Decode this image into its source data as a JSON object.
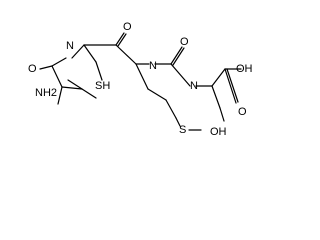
{
  "molecule": {
    "atoms": [
      {
        "id": "n-amide-left",
        "label": "N"
      },
      {
        "id": "o-top-left",
        "label": "O"
      },
      {
        "id": "n-amide-center",
        "label": "N"
      },
      {
        "id": "o-top-center",
        "label": "O"
      },
      {
        "id": "n-amide-right",
        "label": "N"
      },
      {
        "id": "o-left",
        "label": "O"
      },
      {
        "id": "s-thiol",
        "label": "SH"
      },
      {
        "id": "n-amine",
        "label": "NH2"
      },
      {
        "id": "oh-acid",
        "label": "OH"
      },
      {
        "id": "o-acid",
        "label": "O"
      },
      {
        "id": "s-methionine",
        "label": "S"
      },
      {
        "id": "oh-bottom",
        "label": "OH"
      }
    ]
  }
}
